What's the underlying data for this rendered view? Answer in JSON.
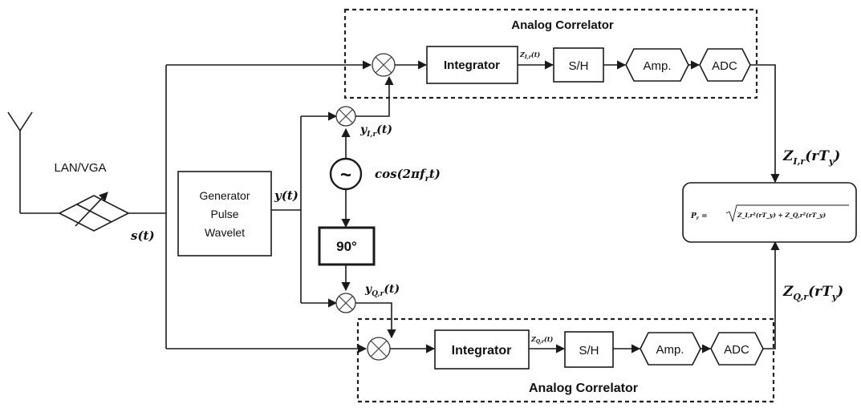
{
  "correlators": {
    "top_title": "Analog Correlator",
    "bottom_title": "Analog Correlator"
  },
  "blocks": {
    "integrator_top": "Integrator",
    "integrator_bottom": "Integrator",
    "sh_top": "S/H",
    "sh_bottom": "S/H",
    "amp_top": "Amp.",
    "amp_bottom": "Amp.",
    "adc_top": "ADC",
    "adc_bottom": "ADC",
    "phase_shift": "90°",
    "oscillator_symbol": "~",
    "generator_lines": [
      "Generator",
      "Pulse",
      "Wavelet"
    ],
    "lna": "LAN/VGA"
  },
  "signals": {
    "s_t": "s(t)",
    "y_t": "y(t)",
    "yi": "y",
    "yi_sub": "I,r",
    "yi_arg": "(t)",
    "yq": "y",
    "yq_sub": "Q,r",
    "yq_arg": "(t)",
    "cos": "cos(2πf",
    "cos_sub": "r",
    "cos_end": "t)",
    "zi_top_small": "Z",
    "zi_top_small_sub": "I,r",
    "zi_top_small_arg": "(t)",
    "zq_bottom_small": "Z",
    "zq_bottom_small_sub": "Q,r",
    "zq_bottom_small_arg": "(t)",
    "zi_out": "Z",
    "zi_out_sub": "I,r",
    "zi_out_arg": "(rT",
    "zi_out_arg_sub": "y",
    "zi_out_end": ")",
    "zq_out": "Z",
    "zq_out_sub": "Q,r",
    "zq_out_arg": "(rT",
    "zq_out_arg_sub": "y",
    "zq_out_end": ")"
  },
  "power_formula": {
    "lhs": "P",
    "lhs_sub": "r",
    "eq": " = ",
    "radicand": "Z_I,r²(rT_y) + Z_Q,r²(rT_y)"
  }
}
